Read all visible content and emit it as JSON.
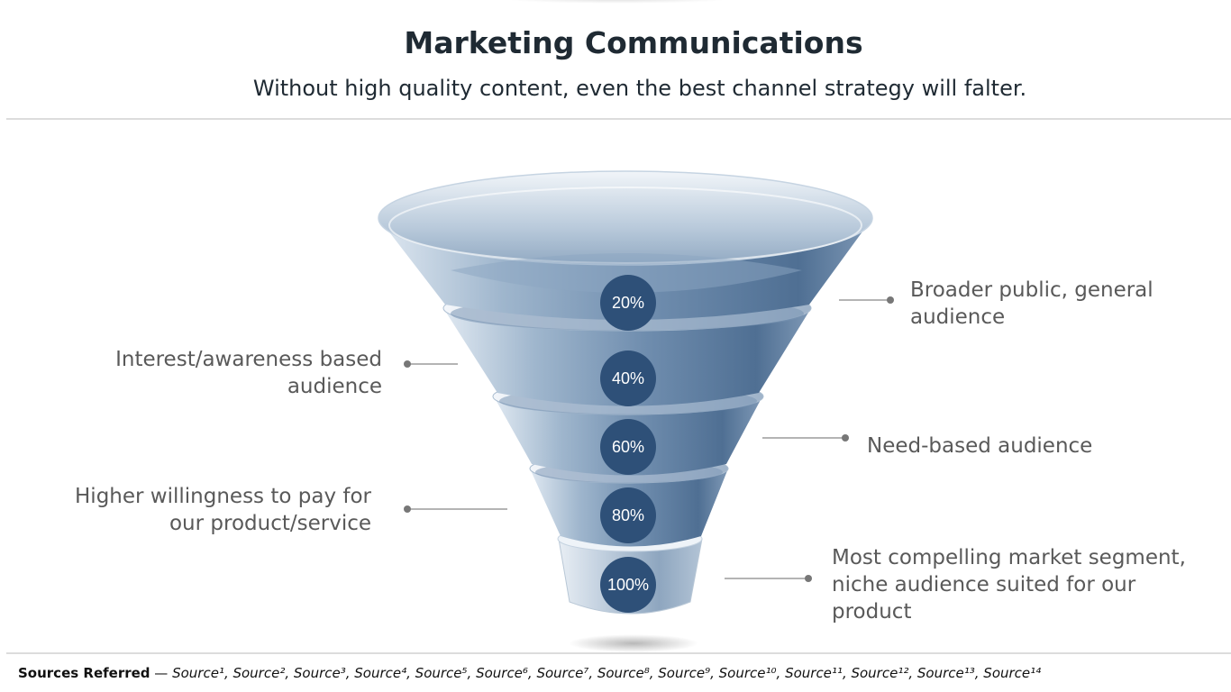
{
  "header": {
    "title": "Marketing Communications",
    "subtitle": "Without high quality content, even the best channel strategy will falter."
  },
  "funnel": {
    "stages": [
      {
        "percent": "20%",
        "label": "Broader public, general audience",
        "side": "right"
      },
      {
        "percent": "40%",
        "label": "Interest/awareness based audience",
        "side": "left"
      },
      {
        "percent": "60%",
        "label": "Need-based audience",
        "side": "right"
      },
      {
        "percent": "80%",
        "label": "Higher willingness to pay for our product/service",
        "side": "left"
      },
      {
        "percent": "100%",
        "label": "Most compelling market segment, niche audience suited for our product",
        "side": "right"
      }
    ],
    "colors": {
      "body": "#8aa4c0",
      "dark": "#4e6e93",
      "badge": "#2e5078",
      "connector": "#888888"
    }
  },
  "labels": {
    "l1a": "Broader public, general",
    "l1b": "audience",
    "l2a": "Interest/awareness based",
    "l2b": "audience",
    "l3": "Need-based audience",
    "l4a": "Higher willingness to pay for",
    "l4b": "our product/service",
    "l5a": "Most compelling market segment,",
    "l5b": "niche audience suited for our",
    "l5c": "product"
  },
  "footer": {
    "heading": "Sources Referred",
    "separator": " — ",
    "sources": "Source¹, Source², Source³, Source⁴, Source⁵, Source⁶, Source⁷, Source⁸, Source⁹, Source¹⁰, Source¹¹, Source¹², Source¹³, Source¹⁴"
  }
}
